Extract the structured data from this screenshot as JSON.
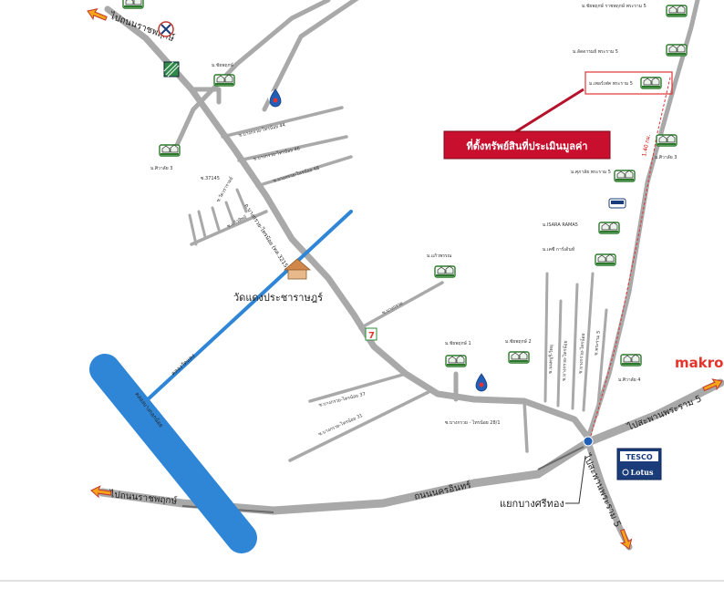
{
  "colors": {
    "road": "#a9a9a9",
    "canal": "#2f86d6",
    "callout_bg": "#c8102e",
    "property_box": "#e23232",
    "makro": "#e4342b",
    "tesco_blue": "#1a3c7a",
    "arrow_fill": "#f5a31a",
    "arrow_stroke": "#c0392b"
  },
  "labels": {
    "to_ratchaphruek_top": "ไปถนนราชพฤกษ์",
    "to_ratchaphruek_bottom": "ไปถนนราชพฤกษ์",
    "sanambinnam_road": "ถนนนครอินทร์",
    "bridge_rama5": "ไปสะพานพระราม 5",
    "to_rama5_down": "ไปสะพานพระราม 5",
    "bangsithong": "แยกบางศรีทอง",
    "makro": "makro",
    "tesco": "TESCO",
    "lotus": "Lotus",
    "callout": "ที่ตั้งทรัพย์สินที่ประเมินมูลค่า",
    "temple": "วัดแดงประชาราษฎร์",
    "canal_name_1": "คลองวัดแดง",
    "canal_name_2": "คลองบางกอกน้อย",
    "main_road": "ถ.บางกรวย-ไทรน้อย (ทล.3215)",
    "seven_eleven": "7",
    "distance": "1.40 กม.",
    "soi_bk_tn_1": "ซ.บางกรวย-ไทรน้อย 44",
    "soi_bk_tn_2": "ซ.บางกรวย-ไทรน้อย 46",
    "soi_bk_tn_3": "ซ.บางกรวย-ไทรน้อย 48",
    "soi_bk_tn_4": "ซ.บางกรวย-ไทรน้อย 37",
    "soi_bk_tn_5": "ซ.บางกรวย-ไทรน้อย 31",
    "soi_bk_tn_6": "ซ.บางกรวย - ไทรน้อย 28/1",
    "soi_left": "ซ.วัดวรารามย์",
    "soi_s37145": "ซ.37145",
    "soi_kaewtip": "ซ.แก้วทิพย์",
    "soi_bangkruai_group": "ซ.บางกรวย",
    "soi_vert_1": "ซ.นนทบุรี-วิทยุ",
    "soi_vert_2": "ซ.บางกรวย-ไทรน้อย",
    "soi_vert_3": "ซ.บางกรวย-ไทรน้อย",
    "soi_vert_4": "ซ.พระราม 5",
    "v_chayapruek": "ม.ชัยพฤกษ์",
    "v_sivalai3": "ม.ศิวาลัย 3",
    "v_kaewprakarn": "ม.แก้วพรรณ",
    "v_chaiyapruek1": "ม.ชัยพฤกษ์ 1",
    "v_chaiyapruek2": "ม.ชัยพฤกษ์ 2",
    "v_chaiyapruek_rama5": "ม.ชัยพฤกษ์ ราชพฤกษ์ พระราม 5",
    "v_perfect_rama5": "ม.ลัดดารมย์ พระราม 5",
    "v_property": "ม.เพอร์เฟค พระราม 5",
    "v_sivalai_r": "ม.ศิวาลัย 3",
    "v_supalai_rama5": "ม.ศุภาลัย พระราม 5",
    "v_isara": "ม.ISARA RAMA5",
    "v_kasem": "ม.เคซี การ์เด้นท์",
    "v_sivalai4": "ม.ศิวาลัย 4"
  },
  "icons": {
    "ptt": "ptt-gas-icon",
    "shell_station": "gas-station-icon",
    "bank": "bank-icon",
    "house": "house-icon",
    "temple": "temple-icon",
    "school": "school-icon"
  }
}
